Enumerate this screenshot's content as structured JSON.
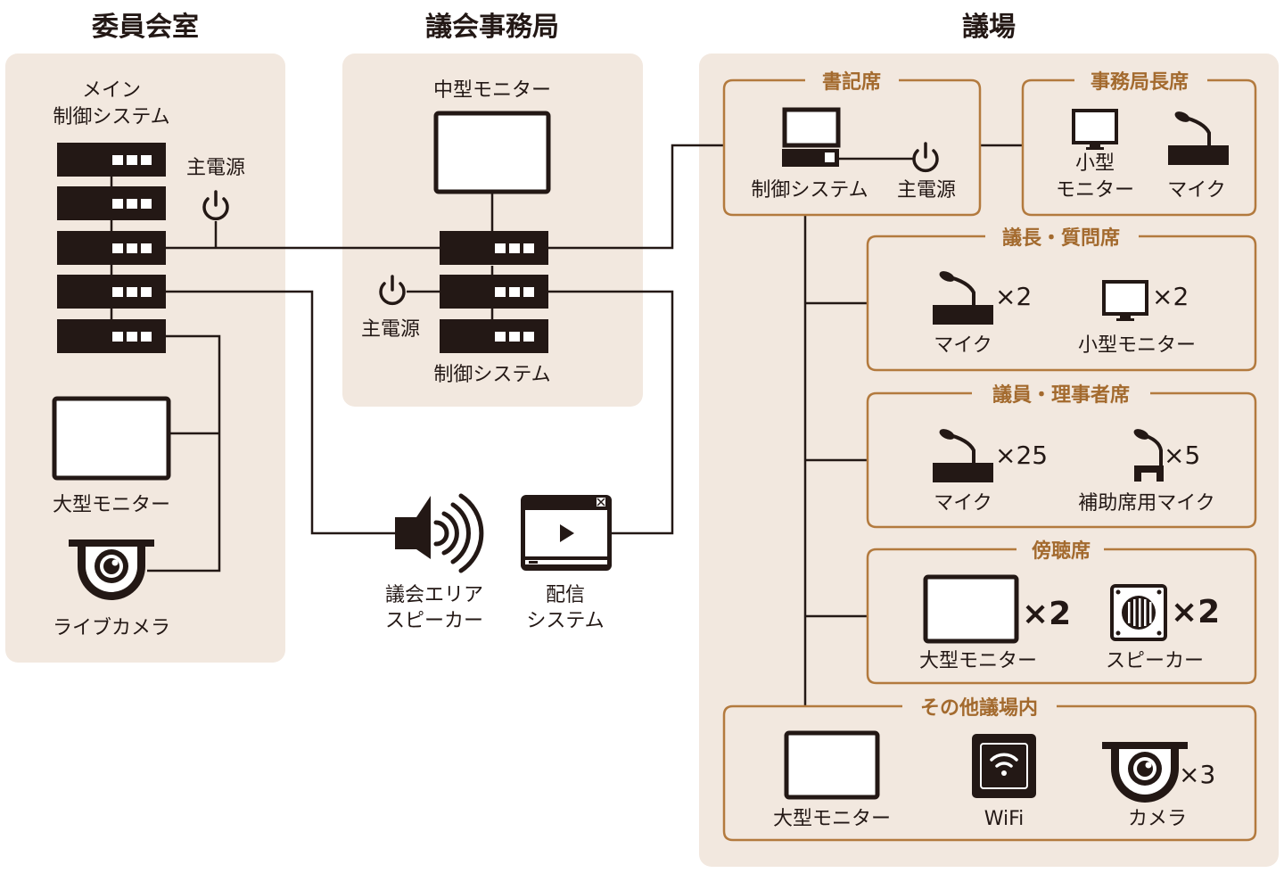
{
  "zones": {
    "committee": {
      "title": "委員会室",
      "main_system_line1": "メイン",
      "main_system_line2": "制御システム",
      "main_power": "主電源",
      "large_monitor": "大型モニター",
      "live_camera": "ライブカメラ"
    },
    "secretariat": {
      "title": "議会事務局",
      "medium_monitor": "中型モニター",
      "main_power": "主電源",
      "control_system": "制御システム"
    },
    "outside": {
      "speaker_line1": "議会エリア",
      "speaker_line2": "スピーカー",
      "streaming_line1": "配信",
      "streaming_line2": "システム"
    },
    "chamber": {
      "title": "議場",
      "clerk": {
        "title": "書記席",
        "control_system": "制御システム",
        "main_power": "主電源"
      },
      "director": {
        "title": "事務局長席",
        "monitor_line1": "小型",
        "monitor_line2": "モニター",
        "mic": "マイク"
      },
      "chair": {
        "title": "議長・質問席",
        "mic": "マイク",
        "mic_count": "×2",
        "monitor": "小型モニター",
        "monitor_count": "×2"
      },
      "members": {
        "title": "議員・理事者席",
        "mic": "マイク",
        "mic_count": "×25",
        "aux_mic": "補助席用マイク",
        "aux_mic_count": "×5"
      },
      "gallery": {
        "title": "傍聴席",
        "monitor": "大型モニター",
        "monitor_count": "×2",
        "speaker": "スピーカー",
        "speaker_count": "×2"
      },
      "other": {
        "title": "その他議場内",
        "monitor": "大型モニター",
        "wifi": "WiFi",
        "camera": "カメラ",
        "camera_count": "×3"
      }
    }
  },
  "colors": {
    "zone_bg": "#f2e8df",
    "group_border": "#b37a3e",
    "group_title": "#a36a2e",
    "ink": "#231815"
  }
}
